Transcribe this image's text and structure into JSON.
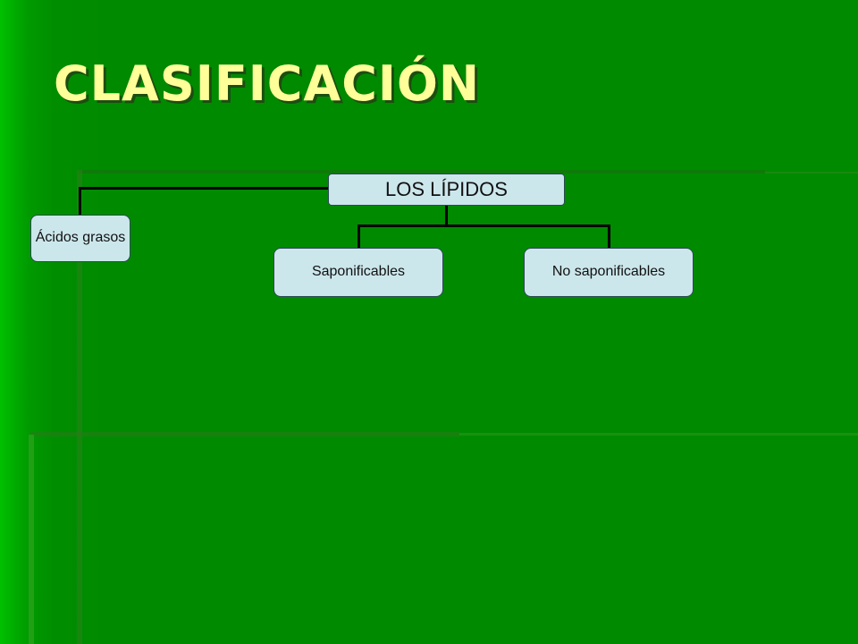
{
  "slide": {
    "title": "CLASIFICACIÓN"
  },
  "diagram": {
    "root": {
      "label": "LOS LÍPIDOS"
    },
    "children": [
      {
        "label": "Ácidos grasos"
      },
      {
        "label": "Saponificables"
      },
      {
        "label": "No saponificables"
      }
    ]
  },
  "colors": {
    "background": "#008a00",
    "title": "#ffff99",
    "node_fill": "#cce7ec",
    "connector": "#000000"
  }
}
